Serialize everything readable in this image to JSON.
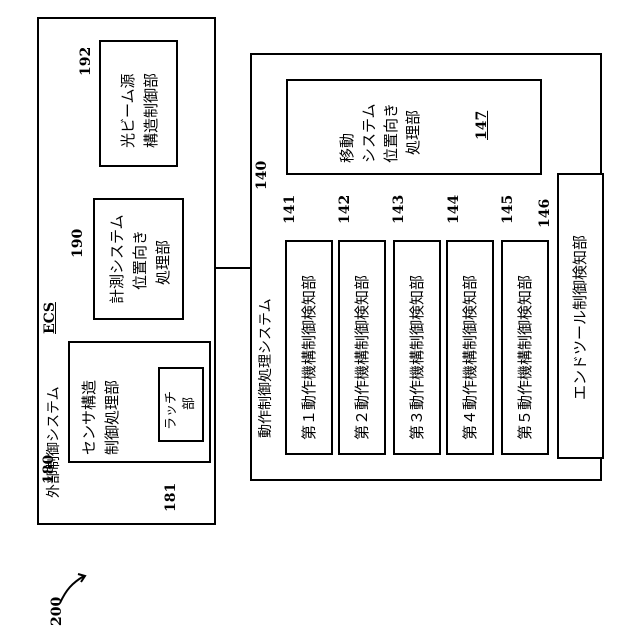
{
  "figure_ref": "200",
  "ecs": {
    "title": "外部制御システム",
    "label": "ECS",
    "ref": "180",
    "sensor": {
      "line1": "センサ構造",
      "line2": "制御処理部"
    },
    "latch": {
      "line1": "ラッチ",
      "line2": "部",
      "ref": "181"
    },
    "measure": {
      "line1": "計測システム",
      "line2": "位置向き",
      "line3": "処理部",
      "ref": "190"
    },
    "beam": {
      "line1": "光ビーム源",
      "line2": "構造制御部",
      "ref": "192"
    }
  },
  "mcs": {
    "title": "動作制御処理システム",
    "ref": "140",
    "mover": {
      "line1": "移動",
      "line2": "システム",
      "line3": "位置向き",
      "line4": "処理部",
      "ref": "147"
    },
    "detectors": [
      {
        "label": "第１動作機構制御検知部",
        "ref": "141"
      },
      {
        "label": "第２動作機構制御検知部",
        "ref": "142"
      },
      {
        "label": "第３動作機構制御検知部",
        "ref": "143"
      },
      {
        "label": "第４動作機構制御検知部",
        "ref": "144"
      },
      {
        "label": "第５動作機構制御検知部",
        "ref": "145"
      },
      {
        "label": "エンドツール制御検知部",
        "ref": "146"
      }
    ]
  }
}
